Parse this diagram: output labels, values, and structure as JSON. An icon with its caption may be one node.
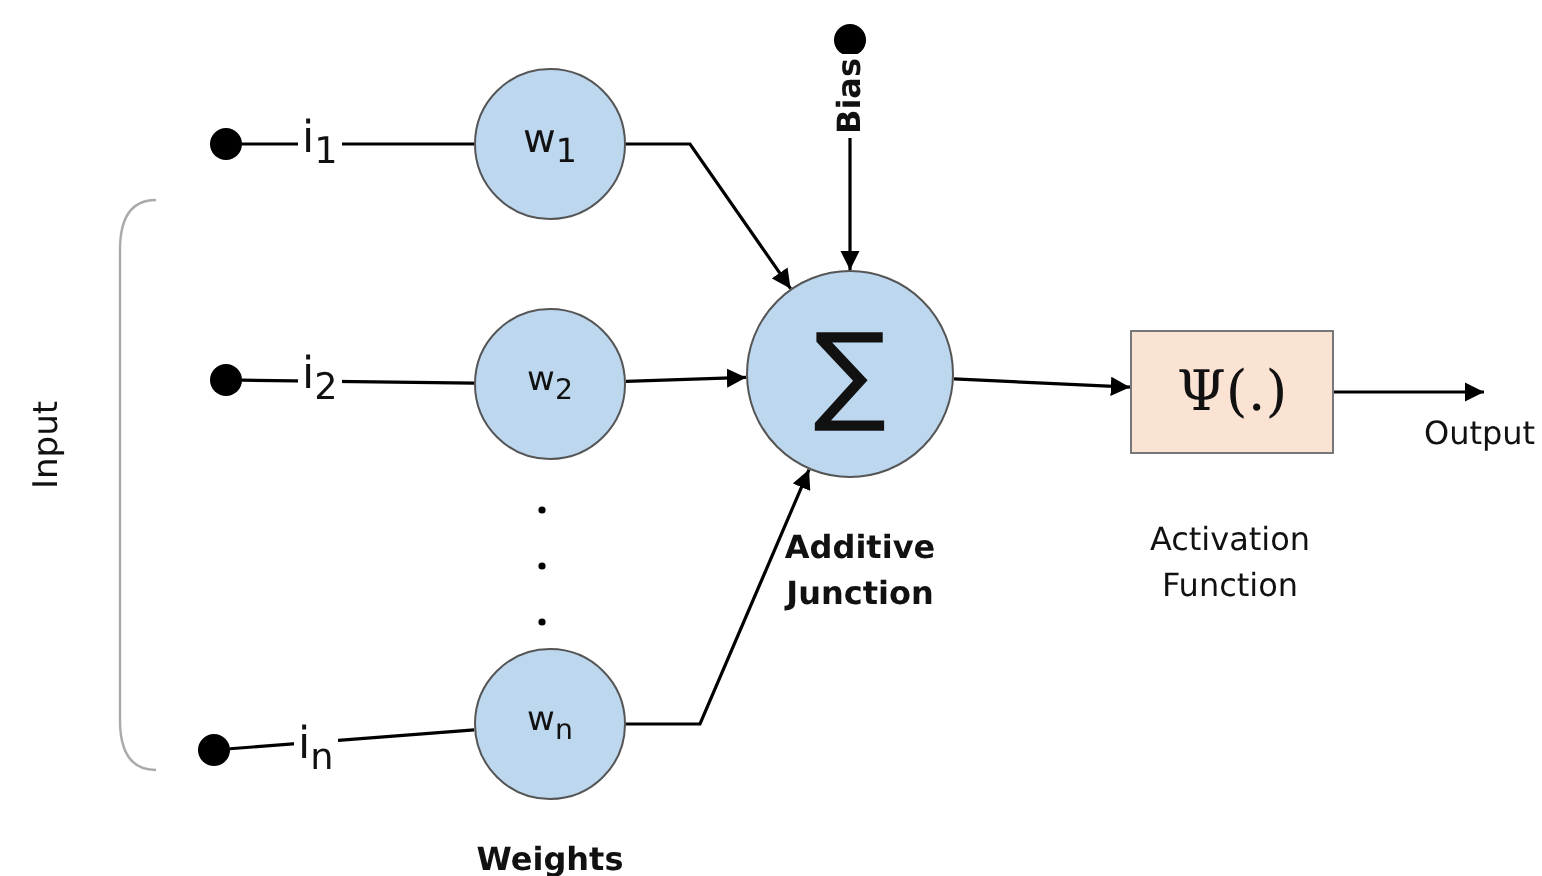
{
  "diagram": {
    "nodes": [
      {
        "text": [],
        "shape": "circle"
      },
      {
        "text": [],
        "shape": "circle"
      },
      {
        "text": [],
        "shape": "circle"
      },
      {
        "text": [
          "w$_{1}$"
        ]
      },
      {
        "text": [
          "w$_{2}$"
        ]
      },
      {
        "text": [
          "w$_{n}$"
        ],
        "beside": [
          "Weights"
        ]
      },
      {
        "text": [
          "∑"
        ],
        "beside": [
          "Additive Junction"
        ]
      },
      {
        "text": [],
        "shape": "circle"
      },
      {
        "text": [
          "Ψ(.)"
        ],
        "beside": [
          "Activation Function"
        ]
      }
    ],
    "edges": [
      {
        "from": 0,
        "to": 3,
        "arrow": "none",
        "label": "i$_{1}$"
      },
      {
        "from": 1,
        "to": 4,
        "arrow": "none",
        "label": "i$_{2}$"
      },
      {
        "from": 2,
        "to": 5,
        "arrow": "none",
        "label": "i$_{n}$"
      },
      {
        "from": 3,
        "to": 6,
        "arrow": "to"
      },
      {
        "from": 4,
        "to": 6,
        "arrow": "to"
      },
      {
        "from": 5,
        "to": 6,
        "arrow": "to"
      },
      {
        "from": 7,
        "to": 6,
        "arrow": "to",
        "label": "Bias"
      },
      {
        "from": 6,
        "to": 8,
        "arrow": "to"
      },
      {
        "from": 8,
        "to": null,
        "arrow": "to",
        "label": "Output"
      }
    ],
    "labels": [
      "Input"
    ]
  }
}
